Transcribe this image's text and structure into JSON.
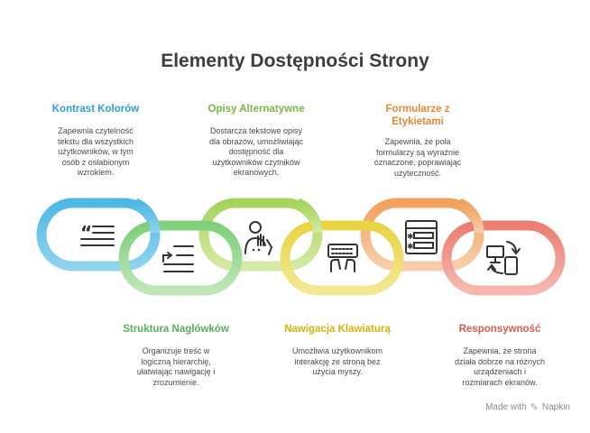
{
  "title": "Elementy Dostępności Strony",
  "items": [
    {
      "heading": "Kontrast Kolorów",
      "desc": [
        "Zapewnia czytelność",
        "tekstu dla wszystkich",
        "użytkowników, w tym",
        "osób z osłabionym",
        "wzrokiem."
      ],
      "icon": "quote-list-icon",
      "color": "#2e9fd4"
    },
    {
      "heading": "Opisy Alternatywne",
      "desc": [
        "Dostarcza tekstowe opisy",
        "dla obrazów, umożliwiając",
        "dostępność dla",
        "użytkowników czytników",
        "ekranowych."
      ],
      "icon": "person-braille-icon",
      "color": "#7ab648"
    },
    {
      "heading": "Formularze z Etykietami",
      "desc": [
        "Zapewnia, że pola",
        "formularzy są wyraźnie",
        "oznaczone, poprawiając",
        "użyteczność."
      ],
      "icon": "form-fields-icon",
      "color": "#e8873a"
    },
    {
      "heading": "Struktura Nagłówków",
      "desc": [
        "Organizuje treść w",
        "logiczną hierarchię,",
        "ułatwiając nawigację i",
        "zrozumienie."
      ],
      "icon": "hierarchy-list-icon",
      "color": "#58b05a"
    },
    {
      "heading": "Nawigacja Klawiaturą",
      "desc": [
        "Umożliwia użytkownikom",
        "interakcję ze stroną bez",
        "użycia myszy."
      ],
      "icon": "keyboard-hands-icon",
      "color": "#d5b20f"
    },
    {
      "heading": "Responsywność",
      "desc": [
        "Zapewnia, że strona",
        "działa dobrze na różnych",
        "urządzeniach i",
        "rozmiarach ekranów."
      ],
      "icon": "devices-sync-icon",
      "color": "#e05a4e"
    }
  ],
  "footer": {
    "made_with": "Made with",
    "brand": "Napkin"
  }
}
